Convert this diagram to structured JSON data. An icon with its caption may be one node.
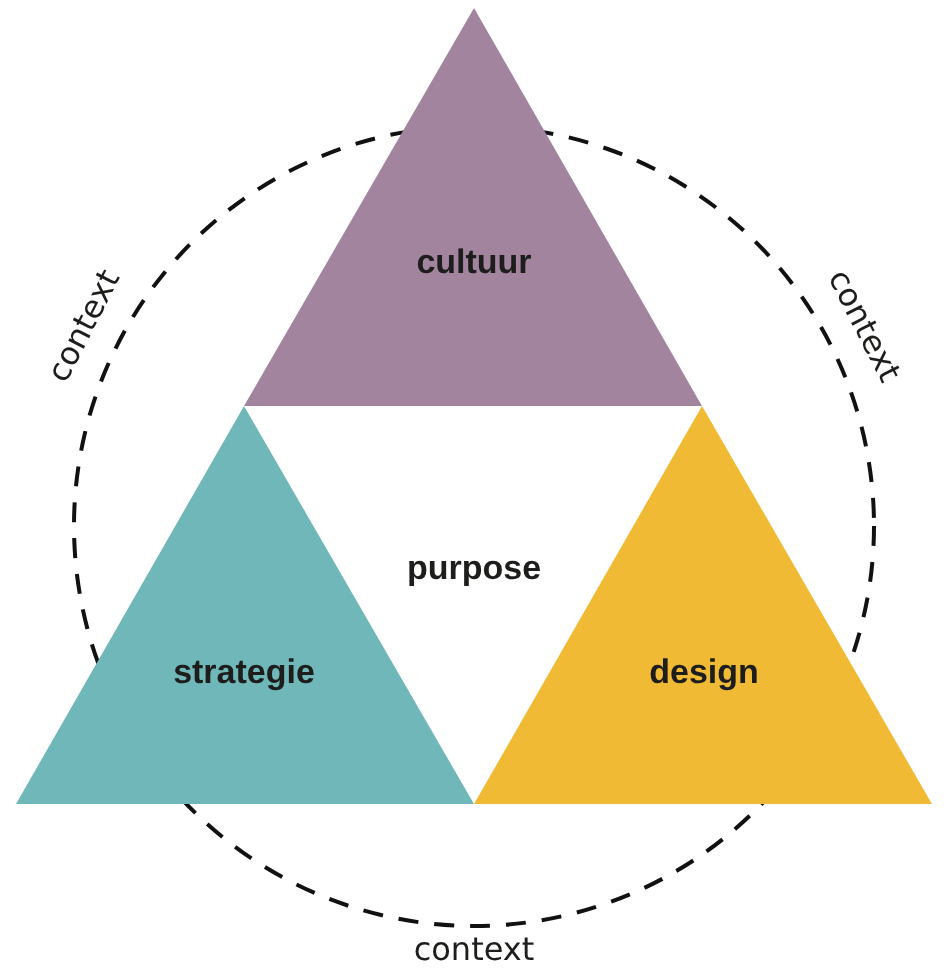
{
  "diagram": {
    "nodes": [
      {
        "text": [
          "context",
          "context",
          "context"
        ]
      },
      {
        "text": [
          "cultuur"
        ]
      },
      {
        "text": [
          "strategie"
        ]
      },
      {
        "text": [
          "design"
        ]
      }
    ],
    "labels": [
      "purpose"
    ]
  }
}
